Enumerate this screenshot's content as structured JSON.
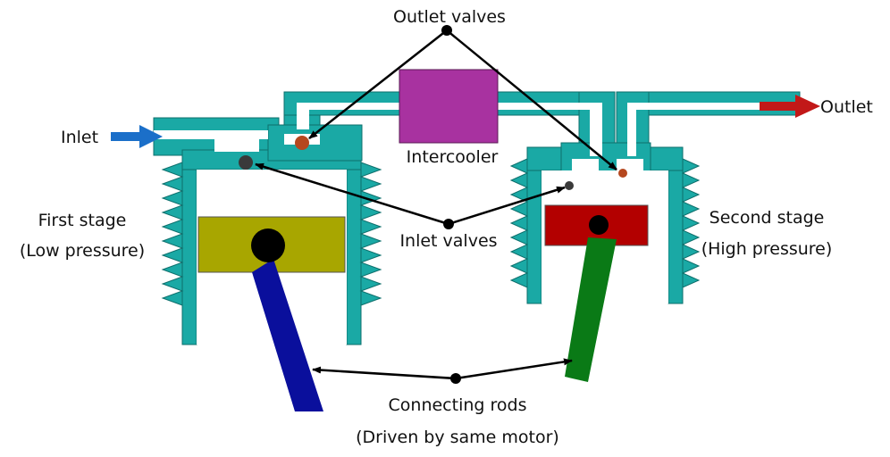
{
  "labels": {
    "outlet_valves": "Outlet valves",
    "inlet": "Inlet",
    "outlet": "Outlet",
    "intercooler": "Intercooler",
    "first_stage_line1": "First stage",
    "first_stage_line2": "(Low pressure)",
    "second_stage_line1": "Second stage",
    "second_stage_line2": "(High pressure)",
    "inlet_valves": "Inlet valves",
    "connecting_rods_line1": "Connecting rods",
    "connecting_rods_line2": "(Driven by same motor)"
  },
  "colors": {
    "casing": "#1aa9a5",
    "casing_stroke": "#0e6f6c",
    "piston_first": "#a8a600",
    "piston_second": "#b30000",
    "rod_first": "#0a0f9c",
    "rod_second": "#0a7a16",
    "intercooler": "#a832a0",
    "inlet_arrow": "#1b6fc9",
    "outlet_arrow": "#c21818",
    "outlet_valve": "#b5471e",
    "inlet_valve": "#3a3a3a",
    "pointer": "#000000"
  },
  "icons": {
    "inlet_arrow": "arrow-right-icon",
    "outlet_arrow": "arrow-right-icon"
  }
}
